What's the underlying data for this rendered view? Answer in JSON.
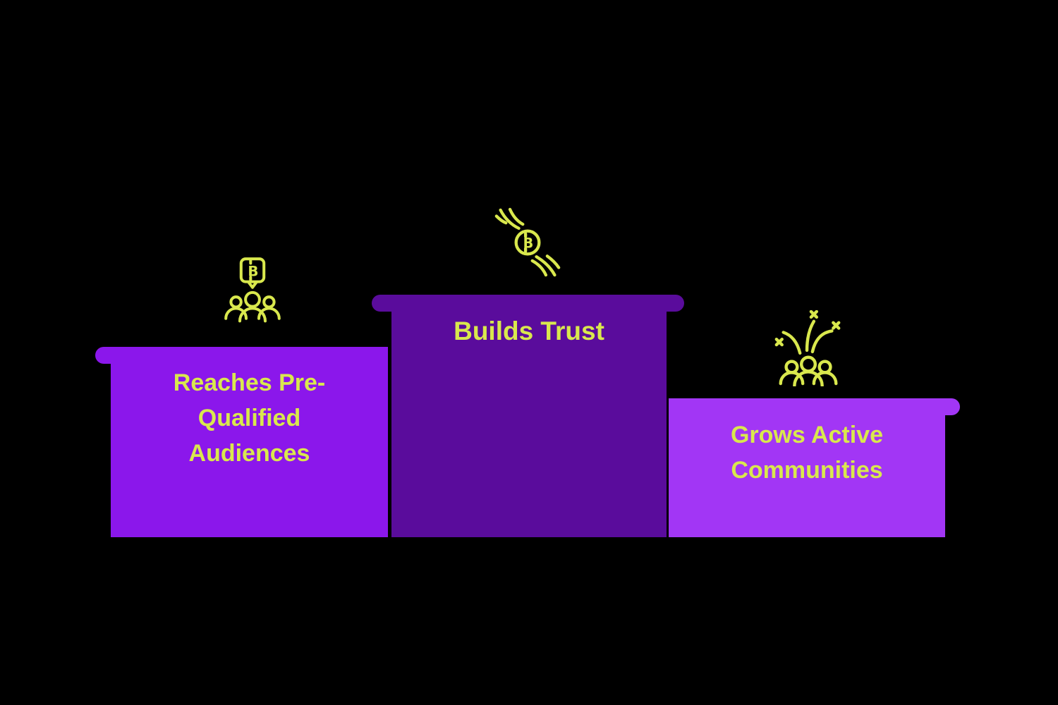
{
  "colors": {
    "background": "#000000",
    "accent_text": "#D9E84D",
    "block_left": "#8B17EB",
    "block_middle": "#5A0C9C",
    "block_right": "#A236F5"
  },
  "blocks": [
    {
      "id": "reaches-pre-qualified-audiences",
      "label": "Reaches Pre-Qualified Audiences",
      "lines": [
        "Reaches Pre-",
        "Qualified",
        "Audiences"
      ],
      "fill": "#8B17EB",
      "icon": "bitcoin-message-audience-icon"
    },
    {
      "id": "builds-trust",
      "label": "Builds Trust",
      "lines": [
        "Builds Trust"
      ],
      "fill": "#5A0C9C",
      "icon": "hands-holding-bitcoin-icon"
    },
    {
      "id": "grows-active-communities",
      "label": "Grows Active Communities",
      "lines": [
        "Grows Active",
        "Communities"
      ],
      "fill": "#A236F5",
      "icon": "community-celebration-icon"
    }
  ]
}
